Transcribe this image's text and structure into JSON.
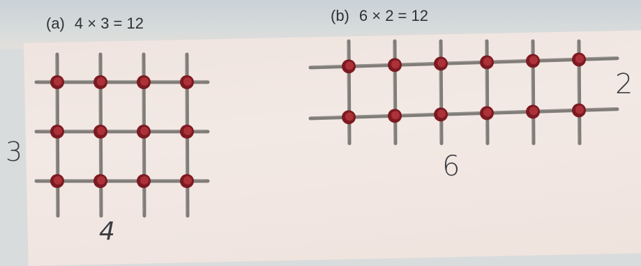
{
  "examples": [
    {
      "tag": "(a)",
      "equation": "4 × 3 = 12",
      "columns": 4,
      "rows": 3,
      "column_label": "4",
      "row_label": "3"
    },
    {
      "tag": "(b)",
      "equation": "6 × 2 = 12",
      "columns": 6,
      "rows": 2,
      "column_label": "6",
      "row_label": "2"
    }
  ],
  "colors": {
    "stick": "#6d6a66",
    "dot_outer": "#7b1a22",
    "dot_inner": "#b3343b"
  }
}
